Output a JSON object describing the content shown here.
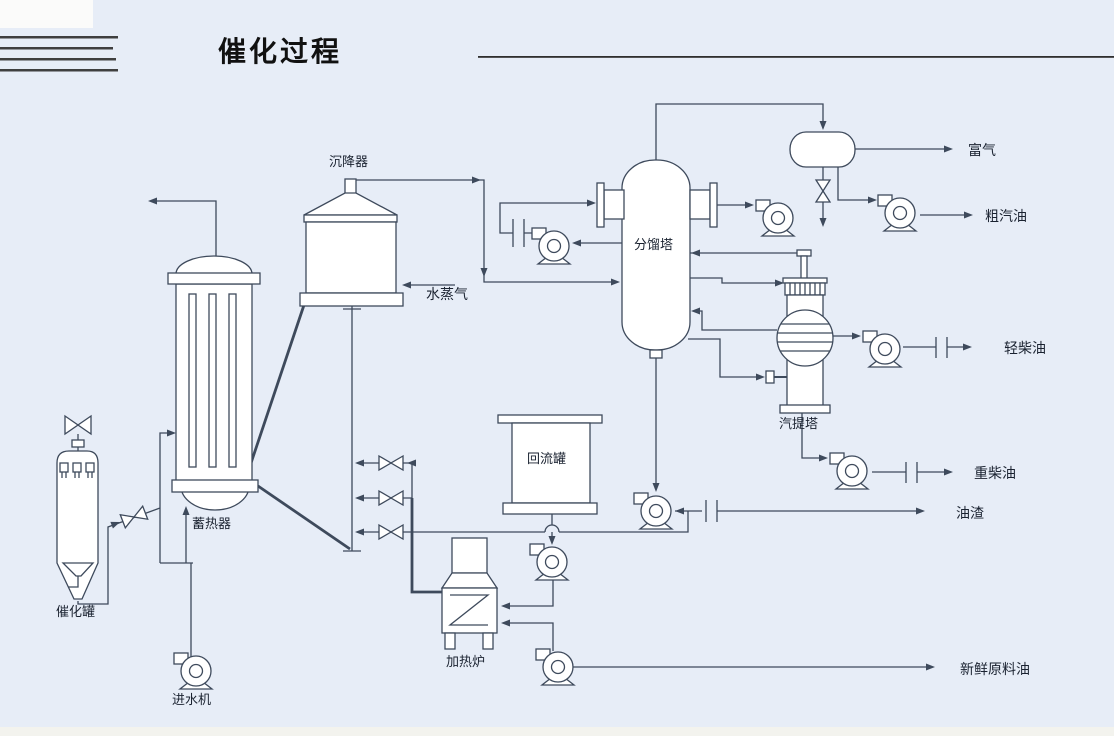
{
  "title": "催化过程",
  "colors": {
    "background": "#e7edf7",
    "diagram_line": "#3e4a5c",
    "equipment_fill": "#ffffff",
    "text": "#1a2230",
    "title_text": "#111111",
    "bottom_strip": "#f3f3ee"
  },
  "equipment": {
    "catalyst_tank": "催化罐",
    "regenerator": "蓄热器",
    "settler": "沉降器",
    "water_pump": "进水机",
    "fractionator": "分馏塔",
    "reflux_drum": "回流罐",
    "furnace": "加热炉",
    "stripper": "汽提塔"
  },
  "streams": {
    "steam": "水蒸气",
    "rich_gas": "富气",
    "crude_gasoline": "粗汽油",
    "light_diesel": "轻柴油",
    "heavy_diesel": "重柴油",
    "oil_residue": "油渣",
    "fresh_feed_oil": "新鲜原料油"
  }
}
